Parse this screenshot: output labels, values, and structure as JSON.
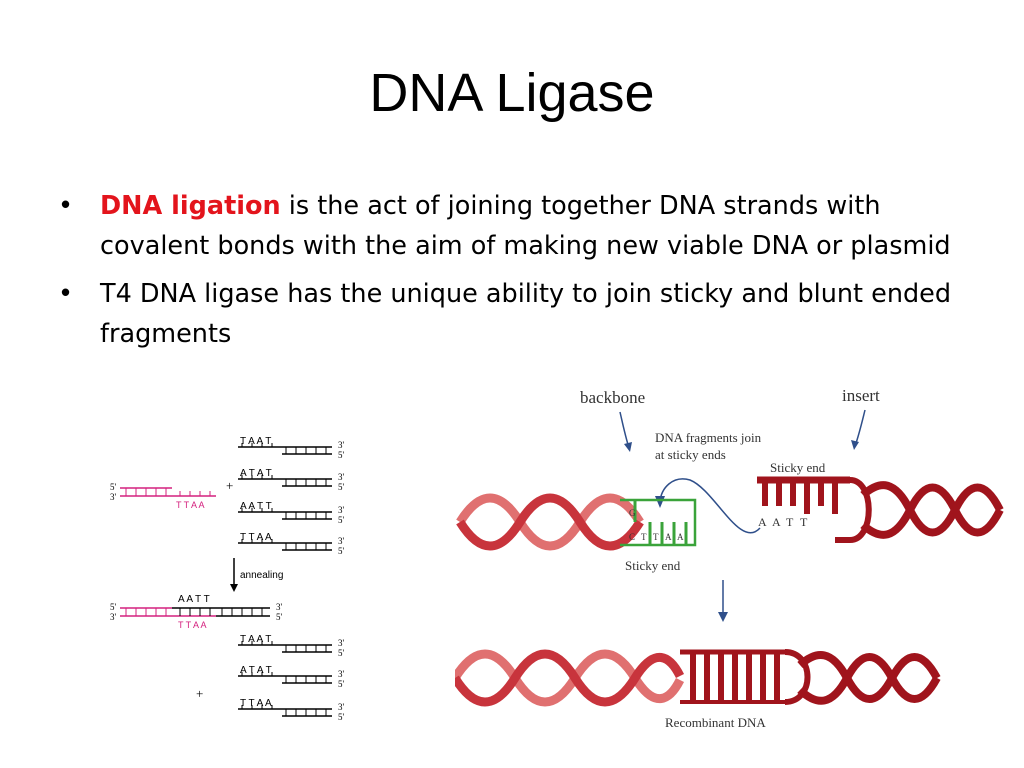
{
  "title": "DNA Ligase",
  "bullets": [
    {
      "highlight": "DNA ligation",
      "text": " is the act of joining together DNA strands with covalent bonds with the aim of making new viable DNA or plasmid"
    },
    {
      "highlight": "",
      "text": "T4 DNA ligase has the unique ability to join sticky and blunt ended fragments"
    }
  ],
  "colors": {
    "highlight": "#e3141c",
    "pink": "#d4207e",
    "green": "#3aa33a",
    "dna_red": "#a0141c",
    "arrow_blue": "#2f4f8a"
  },
  "left_figure": {
    "end_5": "5'",
    "end_3": "3'",
    "top_seqs": [
      "T A A T",
      "A T A T",
      "A A T T",
      "T T A A"
    ],
    "pink_seq": "T T A A",
    "plus": "+",
    "annealing": "annealing",
    "ligated_seq": "A A T T",
    "bottom_seqs": [
      "T A A T",
      "A T A T",
      "T T A A"
    ]
  },
  "right_figure": {
    "backbone": "backbone",
    "insert": "insert",
    "join_line1": "DNA fragments join",
    "join_line2": "at sticky ends",
    "sticky_end_top": "Sticky end",
    "sticky_end_bottom": "Sticky end",
    "green_top": [
      "G"
    ],
    "green_bottom": [
      "C",
      "T",
      "T",
      "A",
      "A"
    ],
    "insert_seq": [
      "A",
      "A",
      "T",
      "T"
    ],
    "recombinant": "Recombinant DNA"
  }
}
